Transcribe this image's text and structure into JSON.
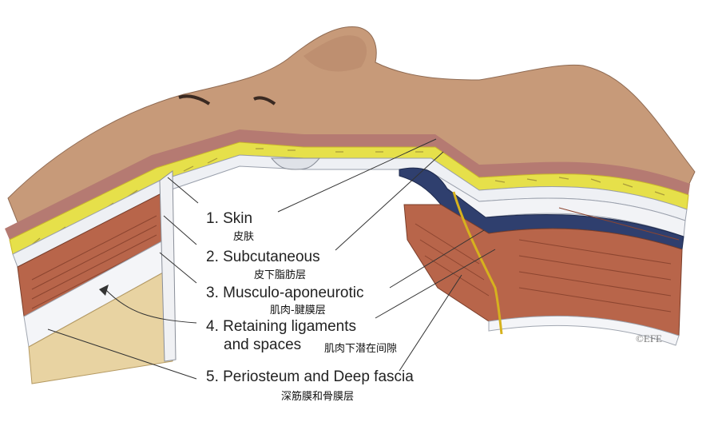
{
  "labels": [
    {
      "en": "1. Skin",
      "cn": "皮肤"
    },
    {
      "en": "2. Subcutaneous",
      "cn": "皮下脂肪层"
    },
    {
      "en": "3. Musculo-aponeurotic",
      "cn": "肌肉-腱膜层"
    },
    {
      "en": "4. Retaining ligaments",
      "en2": "and spaces",
      "cn": "肌肉下潜在间隙"
    },
    {
      "en": "5. Periosteum and Deep fascia",
      "cn": "深筋膜和骨膜层"
    }
  ],
  "signature": "©EFE",
  "colors": {
    "skin": "#c79a79",
    "skin_edge": "#b57a72",
    "fat": "#e6e04a",
    "fascia": "#eef0f4",
    "muscle": "#b8654a",
    "deep_fascia": "#2f3f6e",
    "bone": "#e8d3a2",
    "leader": "#333333"
  }
}
